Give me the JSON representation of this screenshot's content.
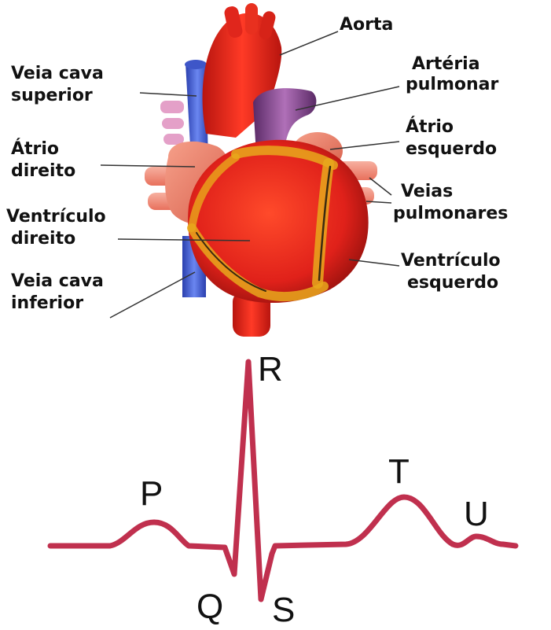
{
  "heart_labels": {
    "aorta": "Aorta",
    "arteria_pulmonar": [
      "Artéria",
      "pulmonar"
    ],
    "atrio_esquerdo": [
      "Átrio",
      "esquerdo"
    ],
    "veias_pulmonares": [
      "Veias",
      "pulmonares"
    ],
    "ventriculo_esquerdo": [
      "Ventrículo",
      "esquerdo"
    ],
    "veia_cava_superior": [
      "Veia cava",
      "superior"
    ],
    "atrio_direito": [
      "Átrio",
      "direito"
    ],
    "ventriculo_direito": [
      "Ventrículo",
      "direito"
    ],
    "veia_cava_inferior": [
      "Veia cava",
      "inferior"
    ]
  },
  "ecg_labels": {
    "p": "P",
    "q": "Q",
    "r": "R",
    "s": "S",
    "t": "T",
    "u": "U"
  },
  "colors": {
    "ecg_line": "#c0304e",
    "heart_red": "#e8231d",
    "heart_dark": "#a0120f",
    "fat_yellow": "#e8a81c",
    "vein_blue": "#4a67d6",
    "pulmonary_purple": "#8a4a8c"
  }
}
